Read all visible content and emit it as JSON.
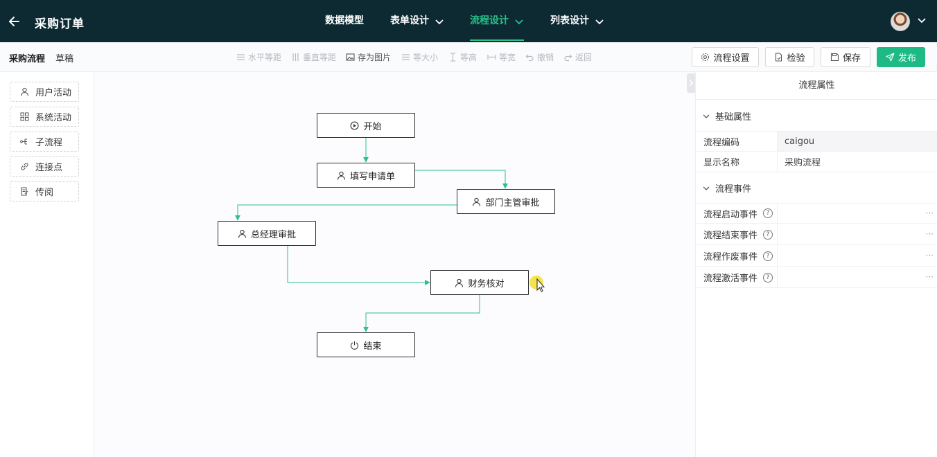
{
  "header": {
    "title": "采购订单",
    "tabs": [
      {
        "label": "数据模型"
      },
      {
        "label": "表单设计"
      },
      {
        "label": "流程设计"
      },
      {
        "label": "列表设计"
      }
    ],
    "active_tab": "流程设计"
  },
  "toolbar": {
    "flow_name": "采购流程",
    "flow_status": "草稿",
    "tools": [
      {
        "label": "水平等距",
        "enabled": false
      },
      {
        "label": "垂直等距",
        "enabled": false
      },
      {
        "label": "存为图片",
        "enabled": true
      },
      {
        "label": "等大小",
        "enabled": false
      },
      {
        "label": "等高",
        "enabled": false
      },
      {
        "label": "等宽",
        "enabled": false
      },
      {
        "label": "撤销",
        "enabled": false
      },
      {
        "label": "返回",
        "enabled": false
      }
    ],
    "buttons": {
      "settings": "流程设置",
      "check": "检验",
      "save": "保存",
      "publish": "发布"
    }
  },
  "palette": {
    "items": [
      {
        "label": "用户活动",
        "icon": "user-icon"
      },
      {
        "label": "系统活动",
        "icon": "grid-icon"
      },
      {
        "label": "子流程",
        "icon": "subflow-icon"
      },
      {
        "label": "连接点",
        "icon": "link-icon"
      },
      {
        "label": "传阅",
        "icon": "document-icon"
      }
    ]
  },
  "flow": {
    "nodes": [
      {
        "id": "start",
        "label": "开始",
        "icon": "play-icon"
      },
      {
        "id": "fill",
        "label": "填写申请单",
        "icon": "user-icon"
      },
      {
        "id": "dept",
        "label": "部门主管审批",
        "icon": "user-icon"
      },
      {
        "id": "gm",
        "label": "总经理审批",
        "icon": "user-icon"
      },
      {
        "id": "finance",
        "label": "财务核对",
        "icon": "user-icon"
      },
      {
        "id": "end",
        "label": "结束",
        "icon": "power-icon"
      }
    ],
    "edge_color": "#29c08a"
  },
  "properties": {
    "title": "流程属性",
    "basic_section": "基础属性",
    "basic": [
      {
        "label": "流程编码",
        "value": "caigou"
      },
      {
        "label": "显示名称",
        "value": "采购流程"
      }
    ],
    "events_section": "流程事件",
    "events": [
      {
        "label": "流程启动事件",
        "value": ""
      },
      {
        "label": "流程结束事件",
        "value": ""
      },
      {
        "label": "流程作废事件",
        "value": ""
      },
      {
        "label": "流程激活事件",
        "value": ""
      }
    ],
    "help_glyph": "?",
    "more_glyph": "···"
  },
  "colors": {
    "header_bg": "#0d2a33",
    "accent": "#29c08a",
    "primary_button": "#1dba86"
  }
}
